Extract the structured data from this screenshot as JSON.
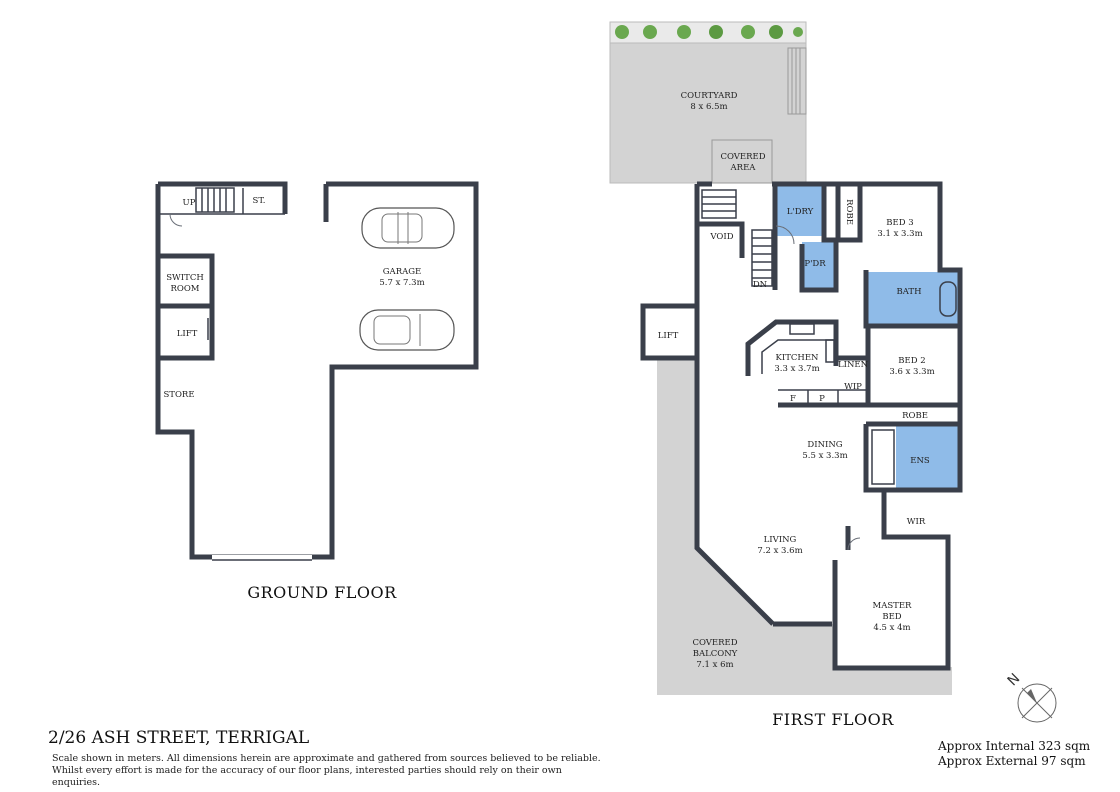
{
  "ground": {
    "title": "GROUND FLOOR",
    "rooms": {
      "up": "UP",
      "st": "ST.",
      "switch1": "SWITCH",
      "switch2": "ROOM",
      "lift": "LIFT",
      "store": "STORE",
      "garage": "GARAGE",
      "garage_dim": "5.7 x 7.3m"
    }
  },
  "first": {
    "title": "FIRST FLOOR",
    "rooms": {
      "courtyard": "COURTYARD",
      "courtyard_dim": "8 x 6.5m",
      "covered1": "COVERED",
      "covered2": "AREA",
      "void": "VOID",
      "dn": "DN",
      "laundry": "L'DRY",
      "powder": "P'DR",
      "robe3": "ROBE",
      "bed3": "BED 3",
      "bed3_dim": "3.1 x 3.3m",
      "bath": "BATH",
      "lift": "LIFT",
      "kitchen": "KITCHEN",
      "kitchen_dim": "3.3 x 3.7m",
      "linen": "LINEN",
      "wip": "WIP",
      "f": "F",
      "p": "P",
      "bed2": "BED 2",
      "bed2_dim": "3.6 x 3.3m",
      "robe2": "ROBE",
      "dining": "DINING",
      "dining_dim": "5.5 x 3.3m",
      "ens": "ENS",
      "wir": "WIR",
      "living": "LIVING",
      "living_dim": "7.2 x 3.6m",
      "master1": "MASTER",
      "master2": "BED",
      "master_dim": "4.5 x 4m",
      "balcony1": "COVERED",
      "balcony2": "BALCONY",
      "balcony_dim": "7.1 x 6m"
    }
  },
  "address": "2/26 ASH STREET, TERRIGAL",
  "disclaimer": [
    "Scale shown in meters. All dimensions herein are approximate and gathered from sources believed to be reliable.",
    "Whilst every effort is made for the accuracy of our floor plans, interested parties should rely on their own enquiries."
  ],
  "area": {
    "internal": "Approx Internal 323 sqm",
    "external": "Approx External 97 sqm"
  },
  "compass_label": "N",
  "colors": {
    "wall": "#3a3f4a",
    "outdoor": "#d3d3d3",
    "wet": "#8fbbe8",
    "planter": "#6aa84f"
  }
}
